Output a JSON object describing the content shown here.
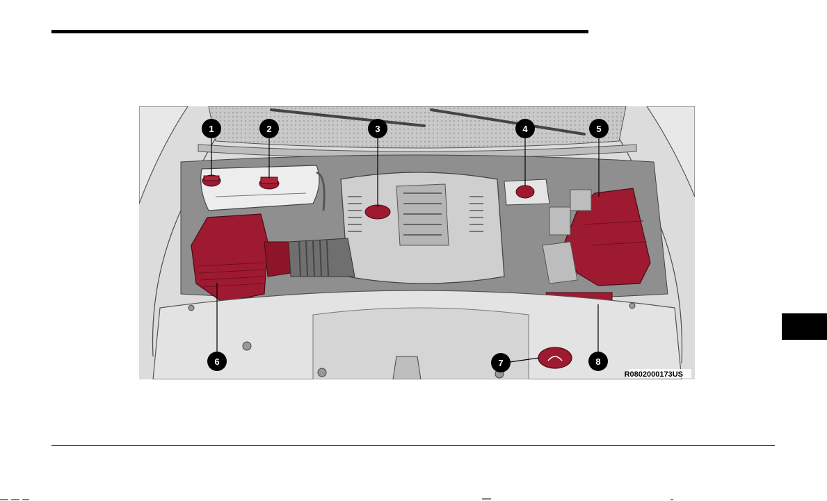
{
  "figure": {
    "code": "R0802000173US",
    "callouts": [
      {
        "label": "1"
      },
      {
        "label": "2"
      },
      {
        "label": "3"
      },
      {
        "label": "4"
      },
      {
        "label": "5"
      },
      {
        "label": "6"
      },
      {
        "label": "7"
      },
      {
        "label": "8"
      }
    ]
  },
  "colors": {
    "highlight": "#9e1a30",
    "callout_fill": "#000000",
    "line": "#3a3a3a",
    "background": "#d8d8d8"
  }
}
